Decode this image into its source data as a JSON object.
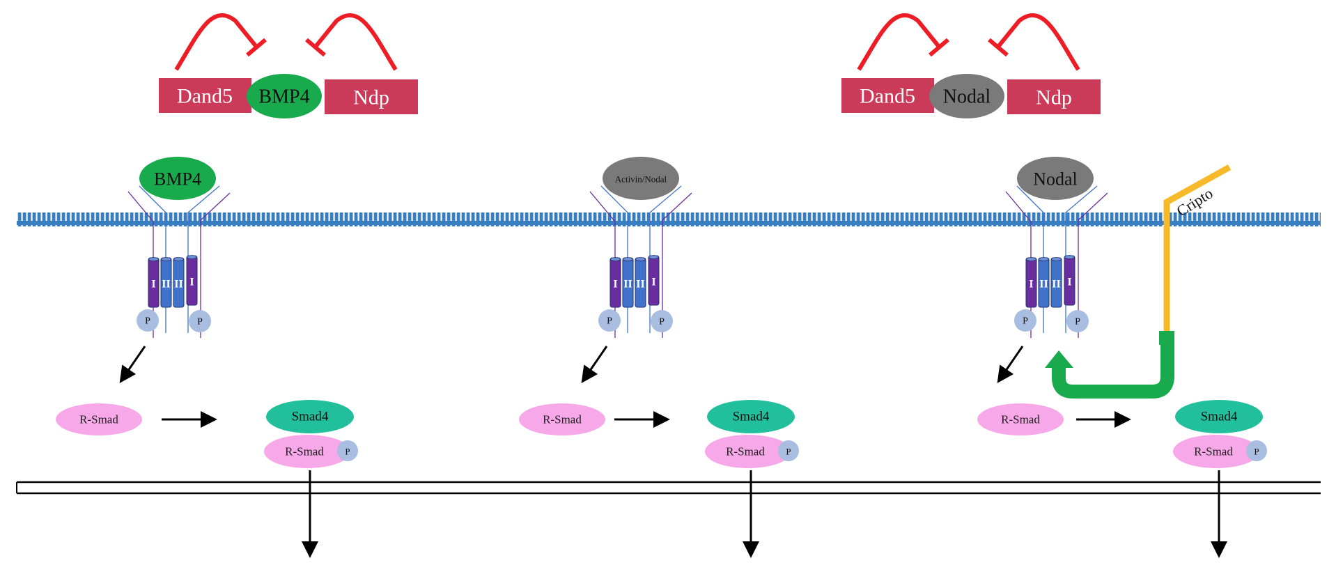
{
  "colors": {
    "inhibitor_box": "#cc3a5a",
    "inhibition_arc": "#ee1c24",
    "bmp4": "#1aaa4e",
    "nodal": "#7a7a7a",
    "membrane": "#3a7ec2",
    "receptor_type1": "#6a2d9e",
    "receptor_type2": "#3f72c8",
    "phospho": "#a8bde0",
    "r_smad": "#f7a8e8",
    "smad4": "#22bf9c",
    "cripto": "#f5b92a",
    "feedback_arrow": "#1aaa4e"
  },
  "panels": [
    {
      "id": "bmp",
      "inhibitors": {
        "left": "Dand5",
        "center": "BMP4",
        "right": "Ndp"
      },
      "ligand": "BMP4",
      "receptor": {
        "outer_left": "I",
        "inner_left": "II",
        "inner_right": "II",
        "outer_right": "I"
      },
      "phospho_label": "P",
      "r_smad": "R-Smad",
      "smad4": "Smad4",
      "complex_r_smad": "R-Smad",
      "complex_phospho": "P"
    },
    {
      "id": "activin",
      "inhibitors": null,
      "ligand": "Activin/Nodal",
      "receptor": {
        "outer_left": "I",
        "inner_left": "II",
        "inner_right": "II",
        "outer_right": "I"
      },
      "phospho_label": "P",
      "r_smad": "R-Smad",
      "smad4": "Smad4",
      "complex_r_smad": "R-Smad",
      "complex_phospho": "P"
    },
    {
      "id": "nodal",
      "inhibitors": {
        "left": "Dand5",
        "center": "Nodal",
        "right": "Ndp"
      },
      "ligand": "Nodal",
      "coreceptor": "Cripto",
      "receptor": {
        "outer_left": "I",
        "inner_left": "II",
        "inner_right": "II",
        "outer_right": "I"
      },
      "phospho_label": "P",
      "r_smad": "R-Smad",
      "smad4": "Smad4",
      "complex_r_smad": "R-Smad",
      "complex_phospho": "P"
    }
  ]
}
